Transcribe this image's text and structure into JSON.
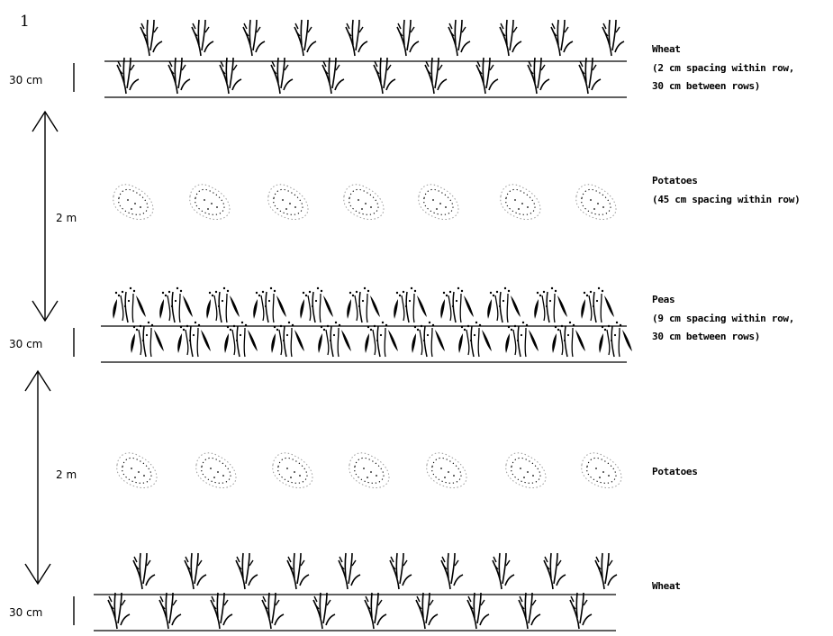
{
  "figure_number": "1",
  "rows": {
    "wheat_top": {
      "label": "Wheat",
      "note_line1": "(2 cm spacing within row,",
      "note_line2": "30 cm between rows)",
      "row_gap": "30 cm"
    },
    "potatoes_1": {
      "label": "Potatoes",
      "note_line1": "(45 cm spacing within row)"
    },
    "peas": {
      "label": "Peas",
      "note_line1": "(9 cm spacing within row,",
      "note_line2": "30 cm between rows)",
      "row_gap": "30 cm"
    },
    "potatoes_2": {
      "label": "Potatoes"
    },
    "wheat_bottom": {
      "label": "Wheat",
      "row_gap": "30 cm"
    }
  },
  "strip_gaps": {
    "gap_1": "2 m",
    "gap_2": "2 m"
  }
}
